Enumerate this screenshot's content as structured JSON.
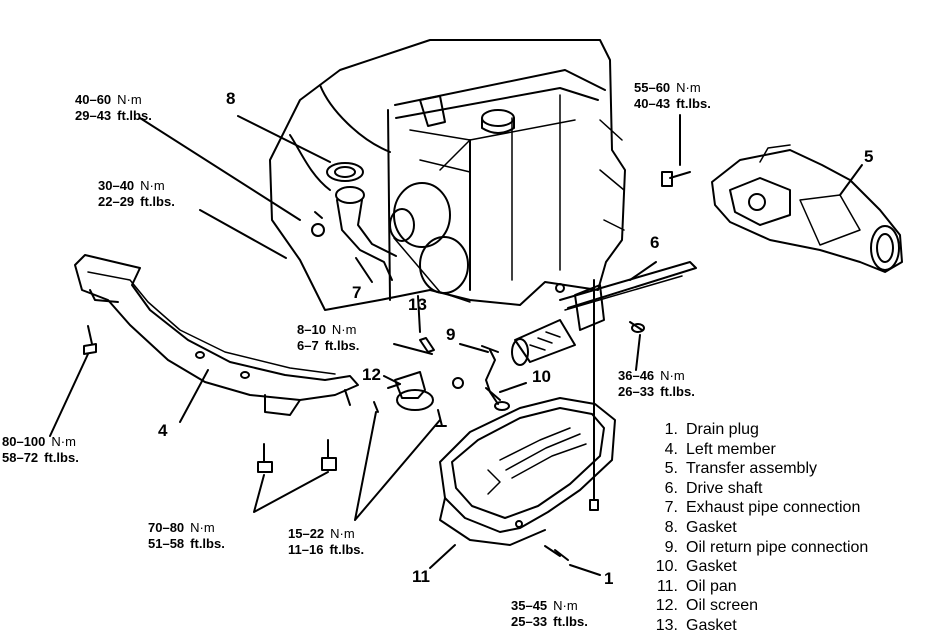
{
  "torque_specs": [
    {
      "nm": "40–60",
      "nm_unit": "N·m",
      "ftlb": "29–43",
      "ftlb_unit": "ft.lbs."
    },
    {
      "nm": "30–40",
      "nm_unit": "N·m",
      "ftlb": "22–29",
      "ftlb_unit": "ft.lbs."
    },
    {
      "nm": "55–60",
      "nm_unit": "N·m",
      "ftlb": "40–43",
      "ftlb_unit": "ft.lbs."
    },
    {
      "nm": "8–10",
      "nm_unit": "N·m",
      "ftlb": "6–7",
      "ftlb_unit": "ft.lbs."
    },
    {
      "nm": "36–46",
      "nm_unit": "N·m",
      "ftlb": "26–33",
      "ftlb_unit": "ft.lbs."
    },
    {
      "nm": "80–100",
      "nm_unit": "N·m",
      "ftlb": "58–72",
      "ftlb_unit": "ft.lbs."
    },
    {
      "nm": "70–80",
      "nm_unit": "N·m",
      "ftlb": "51–58",
      "ftlb_unit": "ft.lbs."
    },
    {
      "nm": "15–22",
      "nm_unit": "N·m",
      "ftlb": "11–16",
      "ftlb_unit": "ft.lbs."
    },
    {
      "nm": "35–45",
      "nm_unit": "N·m",
      "ftlb": "25–33",
      "ftlb_unit": "ft.lbs."
    }
  ],
  "callouts": [
    "8",
    "7",
    "13",
    "9",
    "12",
    "4",
    "5",
    "6",
    "10",
    "11",
    "1"
  ],
  "legend": [
    {
      "num": "1.",
      "label": "Drain plug"
    },
    {
      "num": "4.",
      "label": "Left member"
    },
    {
      "num": "5.",
      "label": "Transfer assembly"
    },
    {
      "num": "6.",
      "label": "Drive shaft"
    },
    {
      "num": "7.",
      "label": "Exhaust pipe connection"
    },
    {
      "num": "8.",
      "label": "Gasket"
    },
    {
      "num": "9.",
      "label": "Oil return pipe connection"
    },
    {
      "num": "10.",
      "label": "Gasket"
    },
    {
      "num": "11.",
      "label": "Oil pan"
    },
    {
      "num": "12.",
      "label": "Oil screen"
    },
    {
      "num": "13.",
      "label": "Gasket"
    }
  ],
  "colors": {
    "ink": "#000000",
    "paper": "#ffffff"
  }
}
